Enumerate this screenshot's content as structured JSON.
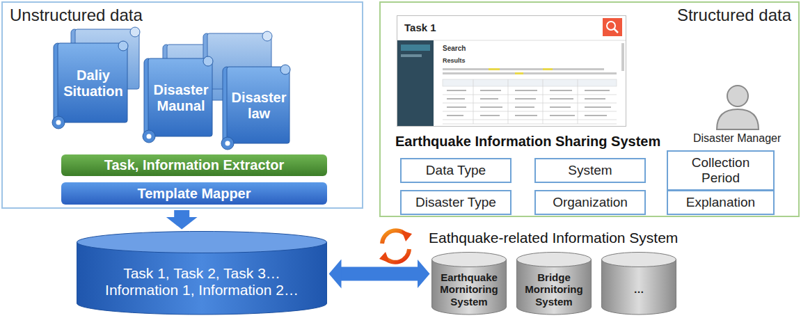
{
  "diagram": {
    "nodes": [
      {
        "text": [
          "Unstructured data"
        ]
      },
      {
        "text": [
          "Daliy Situation"
        ],
        "in": 0
      },
      {
        "text": [
          "Disaster Maunal"
        ],
        "in": 0
      },
      {
        "text": [
          "Disaster law"
        ],
        "in": 0
      },
      {
        "text": [
          "Task, Information Extractor"
        ],
        "in": 0
      },
      {
        "text": [
          "Template Mapper"
        ],
        "in": 0
      },
      {
        "text": [
          "Structured data"
        ]
      },
      {
        "text": [
          "Task 1"
        ],
        "in": 6
      },
      {
        "text": [
          "Data Type"
        ],
        "in": 6
      },
      {
        "text": [
          "System"
        ],
        "in": 6
      },
      {
        "text": [
          "Collection Period"
        ],
        "in": 6
      },
      {
        "text": [
          "Disaster Type"
        ],
        "in": 6
      },
      {
        "text": [
          "Organization"
        ],
        "in": 6
      },
      {
        "text": [
          "Explanation"
        ],
        "in": 6
      },
      {
        "text": [
          "Task 1, Task 2, Task 3… Information 1, Information 2…"
        ]
      },
      {
        "text": [
          "Earthquake Mornitoring System"
        ]
      },
      {
        "text": [
          "Bridge Mornitoring System"
        ]
      },
      {
        "text": [
          "…"
        ]
      }
    ],
    "edges": [
      {
        "from": 0,
        "to": 14,
        "arrow": "to"
      },
      {
        "from": 14,
        "to": 15,
        "arrow": "both"
      }
    ],
    "labels": [
      "Earthquake Information Sharing System",
      "Disaster Manager",
      "Eathquake-related Information System",
      "Search",
      "Results"
    ]
  }
}
